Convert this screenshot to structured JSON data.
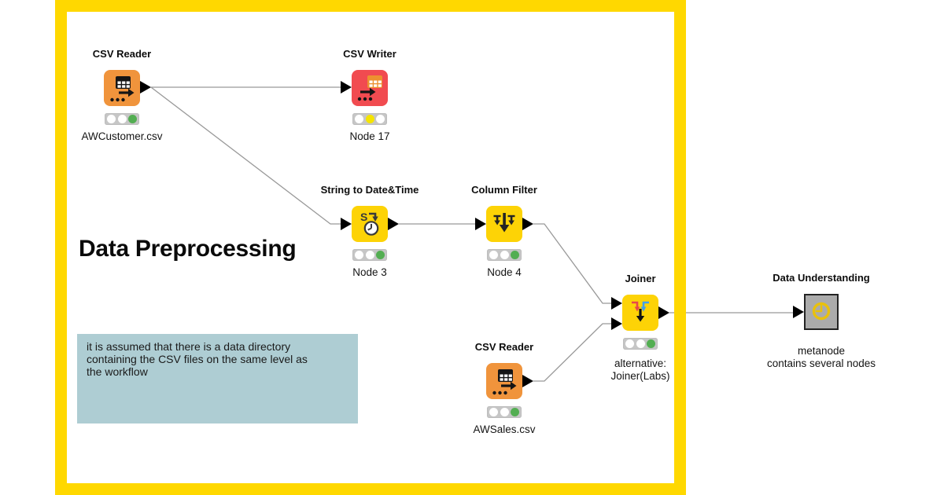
{
  "canvas": {
    "title": "Data Preprocessing",
    "annotation": {
      "lines": [
        "it is assumed that there is a data directory",
        "containing the CSV files on the same level as",
        "the workflow"
      ]
    }
  },
  "nodes": [
    {
      "id": "csv-reader-1",
      "title": "CSV Reader",
      "label": "AWCustomer.csv",
      "status": "executed"
    },
    {
      "id": "csv-writer",
      "title": "CSV Writer",
      "label": "Node 17",
      "status": "configured"
    },
    {
      "id": "string-to-datetime",
      "title": "String to Date&Time",
      "label": "Node 3",
      "status": "executed"
    },
    {
      "id": "column-filter",
      "title": "Column Filter",
      "label": "Node 4",
      "status": "executed"
    },
    {
      "id": "joiner",
      "title": "Joiner",
      "label1": "alternative:",
      "label2": "Joiner(Labs)",
      "status": "executed"
    },
    {
      "id": "csv-reader-2",
      "title": "CSV Reader",
      "label": "AWSales.csv",
      "status": "executed"
    },
    {
      "id": "metanode",
      "title": "Data Understanding",
      "label1": "metanode",
      "label2": "contains several nodes"
    }
  ],
  "colors": {
    "frame_yellow": "#FFD800",
    "node_yellow": "#FDD306",
    "node_orange": "#F0943C",
    "node_red": "#F14B50",
    "metanode_gray": "#ABABAB",
    "annotation_bg": "#AECDD3",
    "status_green": "#53AE52",
    "status_yellow": "#F5E400",
    "wire_gray": "#999999"
  }
}
